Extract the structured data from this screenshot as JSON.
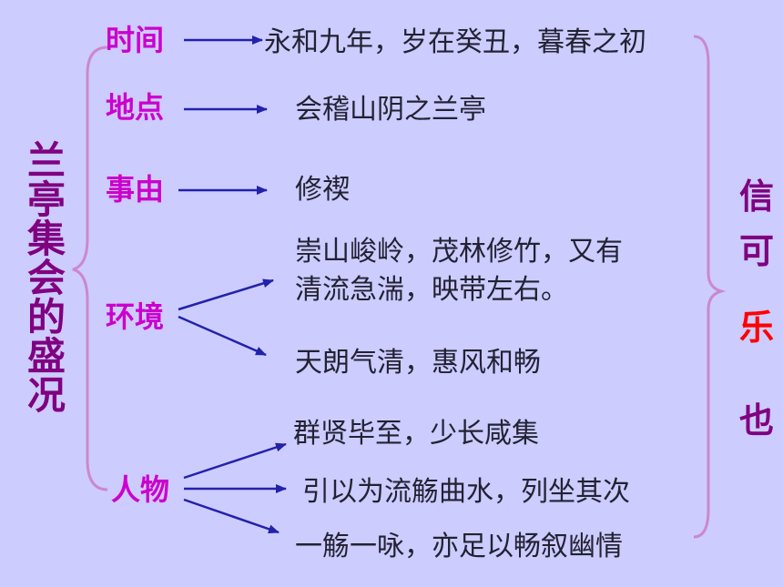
{
  "title_chars": [
    "兰",
    "亭",
    "集",
    "会",
    "的",
    "盛",
    "况"
  ],
  "labels": {
    "time": "时间",
    "place": "地点",
    "reason": "事由",
    "environment": "环境",
    "people": "人物"
  },
  "details": {
    "time": "永和九年，岁在癸丑，暮春之初",
    "place": "会稽山阴之兰亭",
    "reason": "修禊",
    "env_line1": "崇山峻岭，茂林修竹，又有",
    "env_line2": "清流急湍，映带左右。",
    "env_second": "天朗气清，惠风和畅",
    "people1": "群贤毕至，少长咸集",
    "people2": "引以为流觞曲水，列坐其次",
    "people3": "一觞一咏，亦足以畅叙幽情"
  },
  "side_chars": [
    "信",
    "可",
    "乐",
    "也"
  ],
  "colors": {
    "background": "#ccccff",
    "title": "#800080",
    "label": "#cc00cc",
    "arrow": "#2222aa",
    "brace": "#cc88cc",
    "highlight": "#ff0000"
  }
}
